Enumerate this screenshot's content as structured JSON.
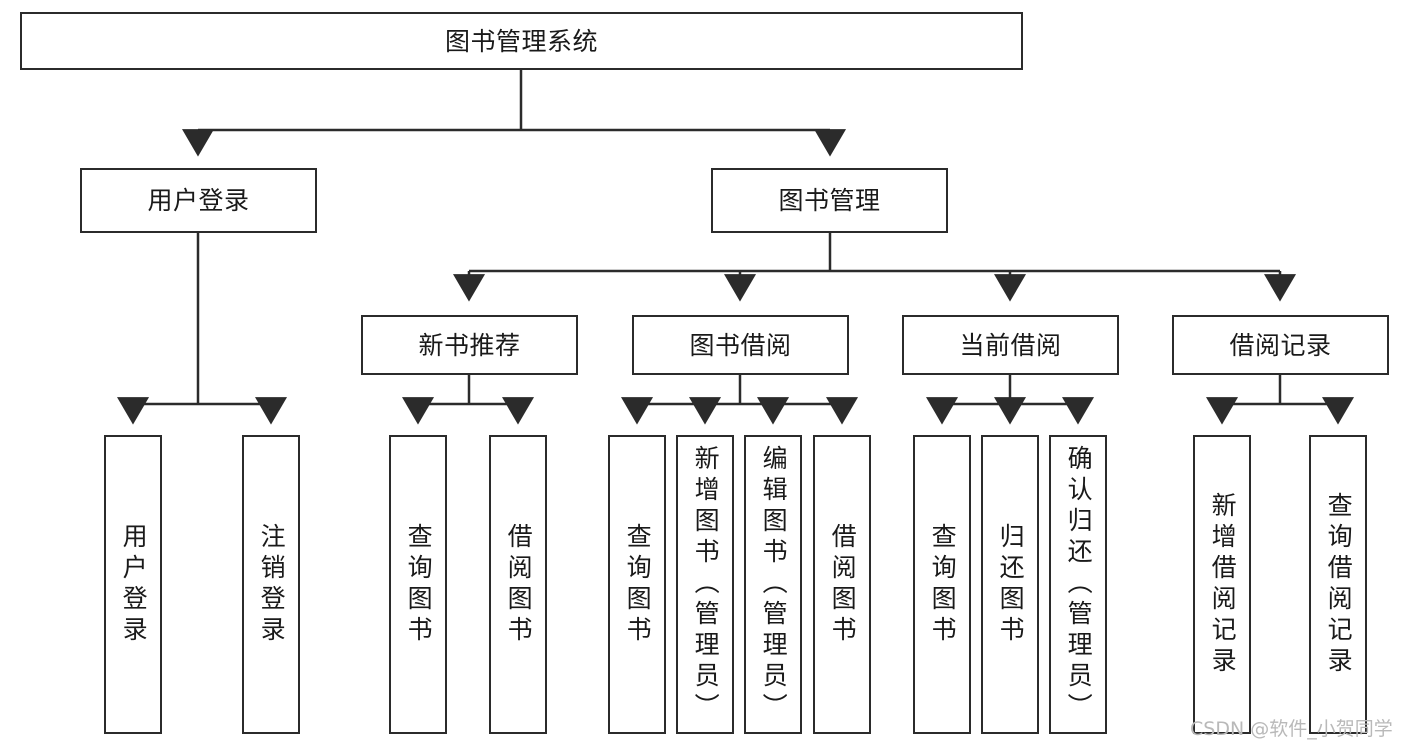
{
  "diagram": {
    "type": "tree",
    "title": "图书管理系统",
    "watermark": "CSDN @软件_小贺同学",
    "colors": {
      "border": "#2b2b2b",
      "background": "#ffffff",
      "text": "#1a1a1a",
      "watermark": "#b9b9b9"
    },
    "root": {
      "label": "图书管理系统"
    },
    "level2": [
      {
        "label": "用户登录"
      },
      {
        "label": "图书管理"
      }
    ],
    "level3": [
      {
        "label": "新书推荐"
      },
      {
        "label": "图书借阅"
      },
      {
        "label": "当前借阅"
      },
      {
        "label": "借阅记录"
      }
    ],
    "leaves": {
      "user_login": [
        {
          "label": "用户登录"
        },
        {
          "label": "注销登录"
        }
      ],
      "new_book": [
        {
          "label": "查询图书"
        },
        {
          "label": "借阅图书"
        }
      ],
      "book_borrow": [
        {
          "label": "查询图书"
        },
        {
          "label": "新增图书（管理员）"
        },
        {
          "label": "编辑图书（管理员）"
        },
        {
          "label": "借阅图书"
        }
      ],
      "current_borrow": [
        {
          "label": "查询图书"
        },
        {
          "label": "归还图书"
        },
        {
          "label": "确认归还（管理员）"
        }
      ],
      "borrow_record": [
        {
          "label": "新增借阅记录"
        },
        {
          "label": "查询借阅记录"
        }
      ]
    }
  }
}
